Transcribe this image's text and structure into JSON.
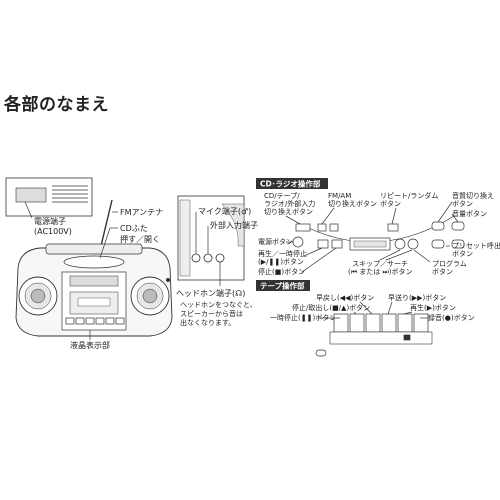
{
  "title": "各部のなまえ",
  "left_panel": {
    "labels": {
      "power_jack": "電源端子",
      "power_jack_sub": "(AC100V)",
      "fm_antenna": "FMアンテナ",
      "cd_lid": "CDふた",
      "cd_lid_sub": "押す／開く",
      "mic_jack": "マイク端子(",
      "mic_jack_icon": ")",
      "ext_input": "外部入力端子",
      "headphone_jack": "ヘッドホン端子(",
      "headphone_jack_icon": ")",
      "headphone_note_1": "ヘッドホンをつなぐと、",
      "headphone_note_2": "スピーカーから音は",
      "headphone_note_3": "出なくなります。",
      "lcd": "液晶表示部"
    }
  },
  "cd_panel": {
    "header": "CD･ラジオ操作部",
    "labels": {
      "cd_tape_radio": "CD/テープ/",
      "cd_tape_radio_2": "ラジオ/外部入力",
      "cd_tape_radio_3": "切り換えボタン",
      "fm_am": "FM/AM",
      "fm_am_2": "切り換えボタン",
      "repeat_random": "リピート/ランダム",
      "repeat_random_2": "ボタン",
      "tone": "音質切り換え",
      "tone_2": "ボタン",
      "volume": "音量ボタン",
      "power": "電源ボタン",
      "play_pause": "再生／一時停止",
      "play_pause_2": "(▶/❚❚)ボタン",
      "stop": "停止(■)ボタン",
      "skip_search": "スキップ／サーチ",
      "skip_search_2": "(⏮ または ⏭)ボタン",
      "preset_call": "プリセット呼出",
      "preset_call_2": "ボタン",
      "program": "プログラム",
      "program_2": "ボタン"
    }
  },
  "tape_panel": {
    "header": "テープ操作部",
    "labels": {
      "rewind": "早戻し(◀◀)ボタン",
      "fast_forward": "早送り(▶▶)ボタン",
      "stop_eject": "停止/取出し(■/▲)ボタン",
      "play": "再生(▶)ボタン",
      "pause": "一時停止(❚❚)ボタン",
      "record": "録音(●)ボタン"
    }
  },
  "colors": {
    "header_bg": "#333333",
    "line": "#333333",
    "device_fill": "#f7f7f7"
  }
}
